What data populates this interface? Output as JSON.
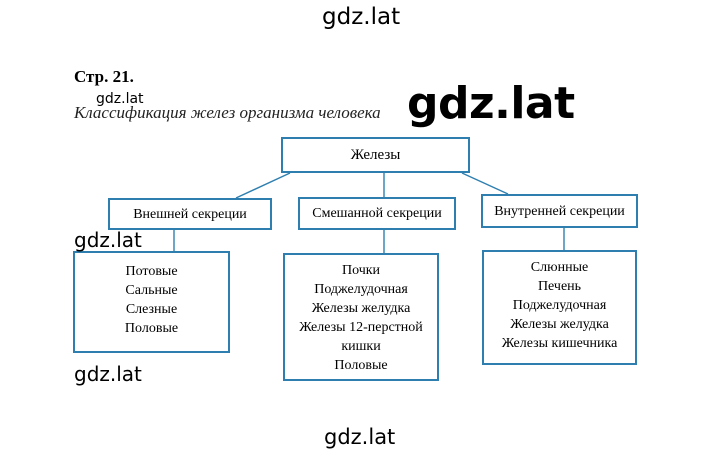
{
  "watermarks": {
    "top": "gdz.lat",
    "small": "gdz.lat",
    "big": "gdz.lat",
    "mid1": "gdz.lat",
    "mid2": "gdz.lat",
    "bottom": "gdz.lat"
  },
  "page_ref": "Стр. 21.",
  "diagram_title": "Классификация желез организма человека",
  "diagram": {
    "root": "Железы",
    "categories": [
      {
        "label": "Внешней секреции",
        "items": [
          "Потовые",
          "Сальные",
          "Слезные",
          "Половые"
        ]
      },
      {
        "label": "Смешанной секреции",
        "items": [
          "Почки",
          "Поджелудочная",
          "Железы желудка",
          "Железы 12-перстной",
          "кишки",
          "Половые"
        ]
      },
      {
        "label": "Внутренней секреции",
        "items": [
          "Слюнные",
          "Печень",
          "Поджелудочная",
          "Железы желудка",
          "Железы кишечника"
        ]
      }
    ]
  },
  "colors": {
    "box_border": "#2e7fb0",
    "connector": "#2e7fb0"
  }
}
